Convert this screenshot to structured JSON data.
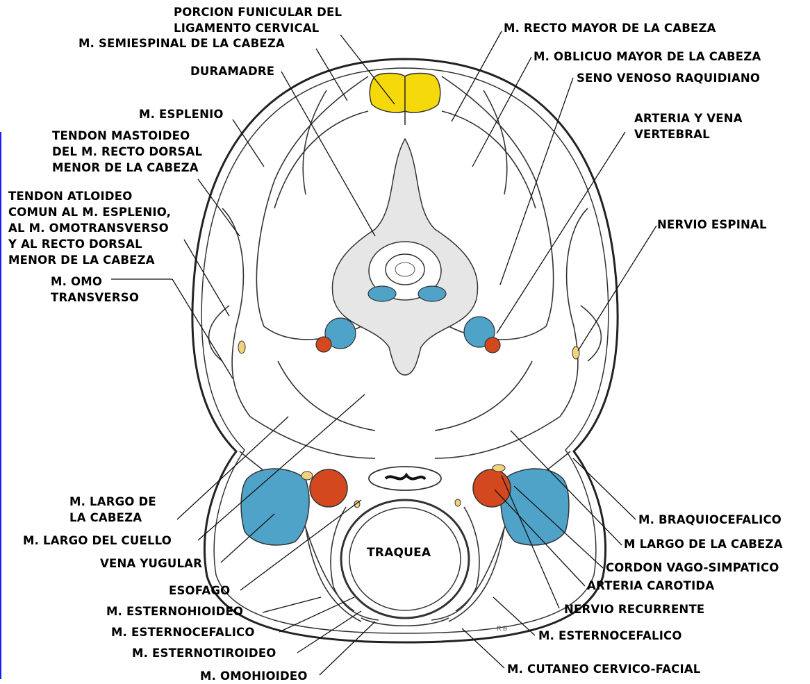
{
  "colors": {
    "background": "#ffffff",
    "ligament": "#f5d90a",
    "vein_blue": "#4fa3c8",
    "artery_red": "#d4481f",
    "nerve_yellow": "#f2d27a",
    "outline": "#222222",
    "edge_blue": "#1a1aff"
  },
  "artist_signature": "R.B",
  "labels": {
    "porcion_funicular": "PORCION FUNICULAR DEL\nLIGAMENTO CERVICAL",
    "semiespinal": "M. SEMIESPINAL DE LA CABEZA",
    "duramadre": "DURAMADRE",
    "esplenio": "M. ESPLENIO",
    "tendon_mastoideo": "TENDON MASTOIDEO\nDEL M. RECTO DORSAL\nMENOR DE LA CABEZA",
    "tendon_atloideo": "TENDON ATLOIDEO\nCOMUN AL M. ESPLENIO,\nAL M. OMOTRANSVERSO\nY AL RECTO DORSAL\nMENOR DE LA CABEZA",
    "omo_transverso": "M. OMO\nTRANSVERSO",
    "largo_cabeza_left": "M. LARGO DE\nLA CABEZA",
    "largo_cuello": "M. LARGO DEL CUELLO",
    "vena_yugular": "VENA YUGULAR",
    "esofago": "ESOFAGO",
    "esternohioideo": "M. ESTERNOHIOIDEO",
    "esternocefalico_left": "M. ESTERNOCEFALICO",
    "esternotiroideo": "M. ESTERNOTIROIDEO",
    "omohioideo": "M. OMOHIOIDEO",
    "recto_mayor": "M. RECTO MAYOR DE LA CABEZA",
    "oblicuo_mayor": "M. OBLICUO MAYOR DE LA CABEZA",
    "seno_venoso": "SENO VENOSO RAQUIDIANO",
    "arteria_vena_vertebral": "ARTERIA Y VENA\nVERTEBRAL",
    "nervio_espinal": "NERVIO ESPINAL",
    "braquiocefalico": "M. BRAQUIOCEFALICO",
    "largo_cabeza_right": "M LARGO DE LA CABEZA",
    "cordon_vago": "CORDON VAGO-SIMPATICO",
    "arteria_carotida": "ARTERIA CAROTIDA",
    "nervio_recurrente": "NERVIO RECURRENTE",
    "esternocefalico_right": "M. ESTERNOCEFALICO",
    "cutaneo": "M. CUTANEO CERVICO-FACIAL",
    "traquea": "TRAQUEA"
  }
}
